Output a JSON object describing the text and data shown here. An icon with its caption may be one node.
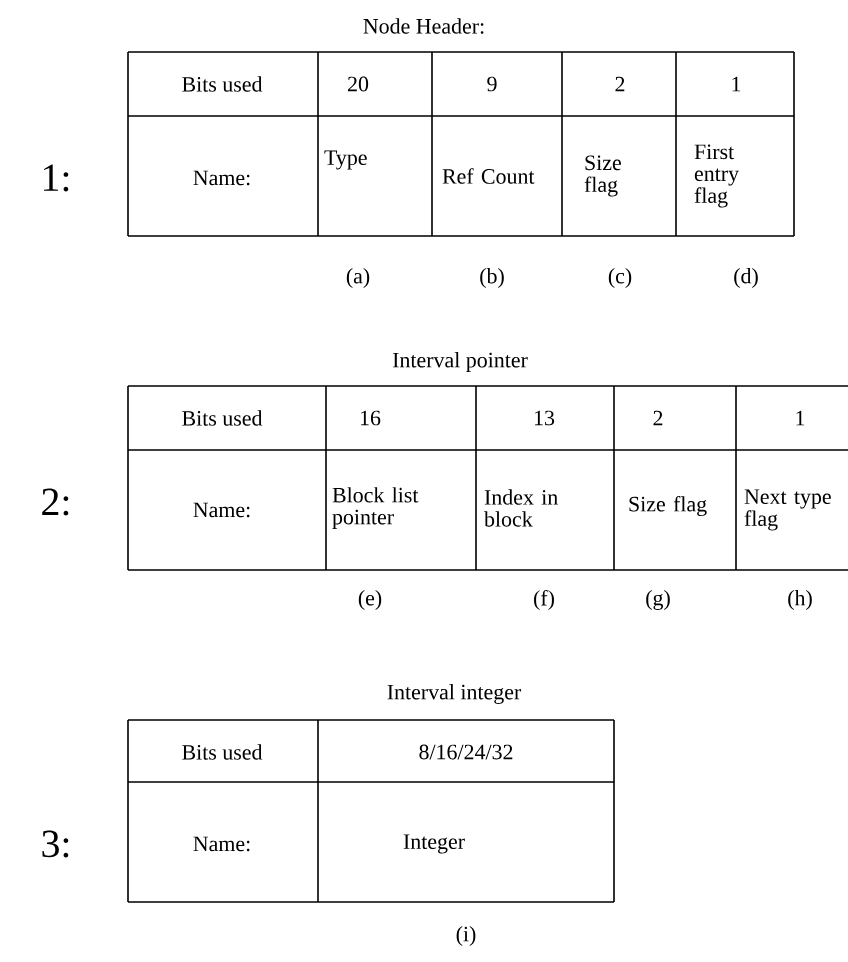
{
  "diagram": {
    "labels": [
      "Node Header:",
      "1:",
      "Bits used",
      "20",
      "9",
      "2",
      "1",
      "Name:",
      "Type",
      "Ref Count",
      "Size flag",
      "First entry flag",
      "(a)",
      "(b)",
      "(c)",
      "(d)",
      "Interval pointer",
      "2:",
      "Bits used",
      "16",
      "13",
      "2",
      "1",
      "Name:",
      "Block list pointer",
      "Index in block",
      "Size flag",
      "Next type flag",
      "(e)",
      "(f)",
      "(g)",
      "(h)",
      "Interval integer",
      "3:",
      "Bits used",
      "8/16/24/32",
      "Name:",
      "Integer",
      "(i)"
    ]
  }
}
